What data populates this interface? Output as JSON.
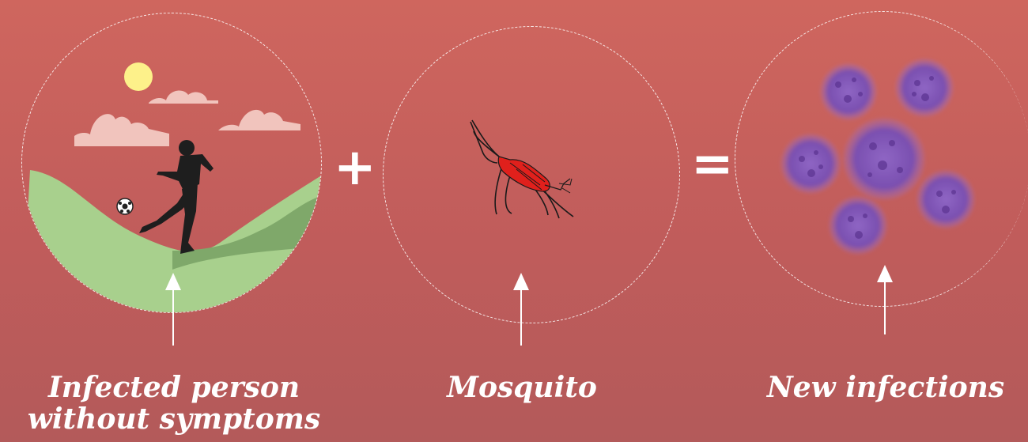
{
  "panels": [
    {
      "id": "person",
      "label": "Infected person without symptoms",
      "icon": "soccer-player-icon"
    },
    {
      "id": "mosquito",
      "label": "Mosquito",
      "icon": "mosquito-icon"
    },
    {
      "id": "infections",
      "label": "New infections",
      "icon": "infected-cells-icon"
    }
  ],
  "operators": {
    "plus": "+",
    "equals": "="
  },
  "colors": {
    "background_top": "#cf665e",
    "background_bottom": "#b35a5a",
    "hill_light": "#a8d08d",
    "hill_dark": "#7fa86a",
    "sun": "#fdf18a",
    "cloud": "#f1c4bd",
    "mosquito_red": "#e0201c",
    "cell_purple": "#7a4fb0"
  }
}
